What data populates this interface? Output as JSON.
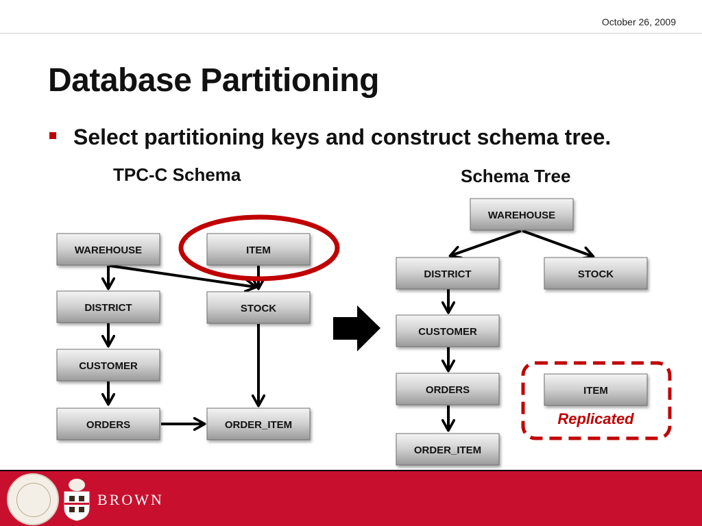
{
  "header": {
    "date": "October 26, 2009"
  },
  "slide": {
    "title": "Database Partitioning",
    "bullet": "Select partitioning keys and construct schema tree."
  },
  "tpcc": {
    "heading": "TPC-C Schema",
    "nodes": {
      "warehouse": "WAREHOUSE",
      "item": "ITEM",
      "district": "DISTRICT",
      "stock": "STOCK",
      "customer": "CUSTOMER",
      "orders": "ORDERS",
      "order_item": "ORDER_ITEM"
    }
  },
  "tree": {
    "heading": "Schema Tree",
    "nodes": {
      "warehouse": "WAREHOUSE",
      "district": "DISTRICT",
      "stock": "STOCK",
      "customer": "CUSTOMER",
      "orders": "ORDERS",
      "item": "ITEM",
      "order_item": "ORDER_ITEM"
    },
    "replicated_label": "Replicated"
  },
  "footer": {
    "brand": "BROWN"
  },
  "colors": {
    "accent": "#c00000",
    "footer": "#c8102e",
    "box_top": "#f2f2f2",
    "box_bottom": "#9b9b9b"
  }
}
